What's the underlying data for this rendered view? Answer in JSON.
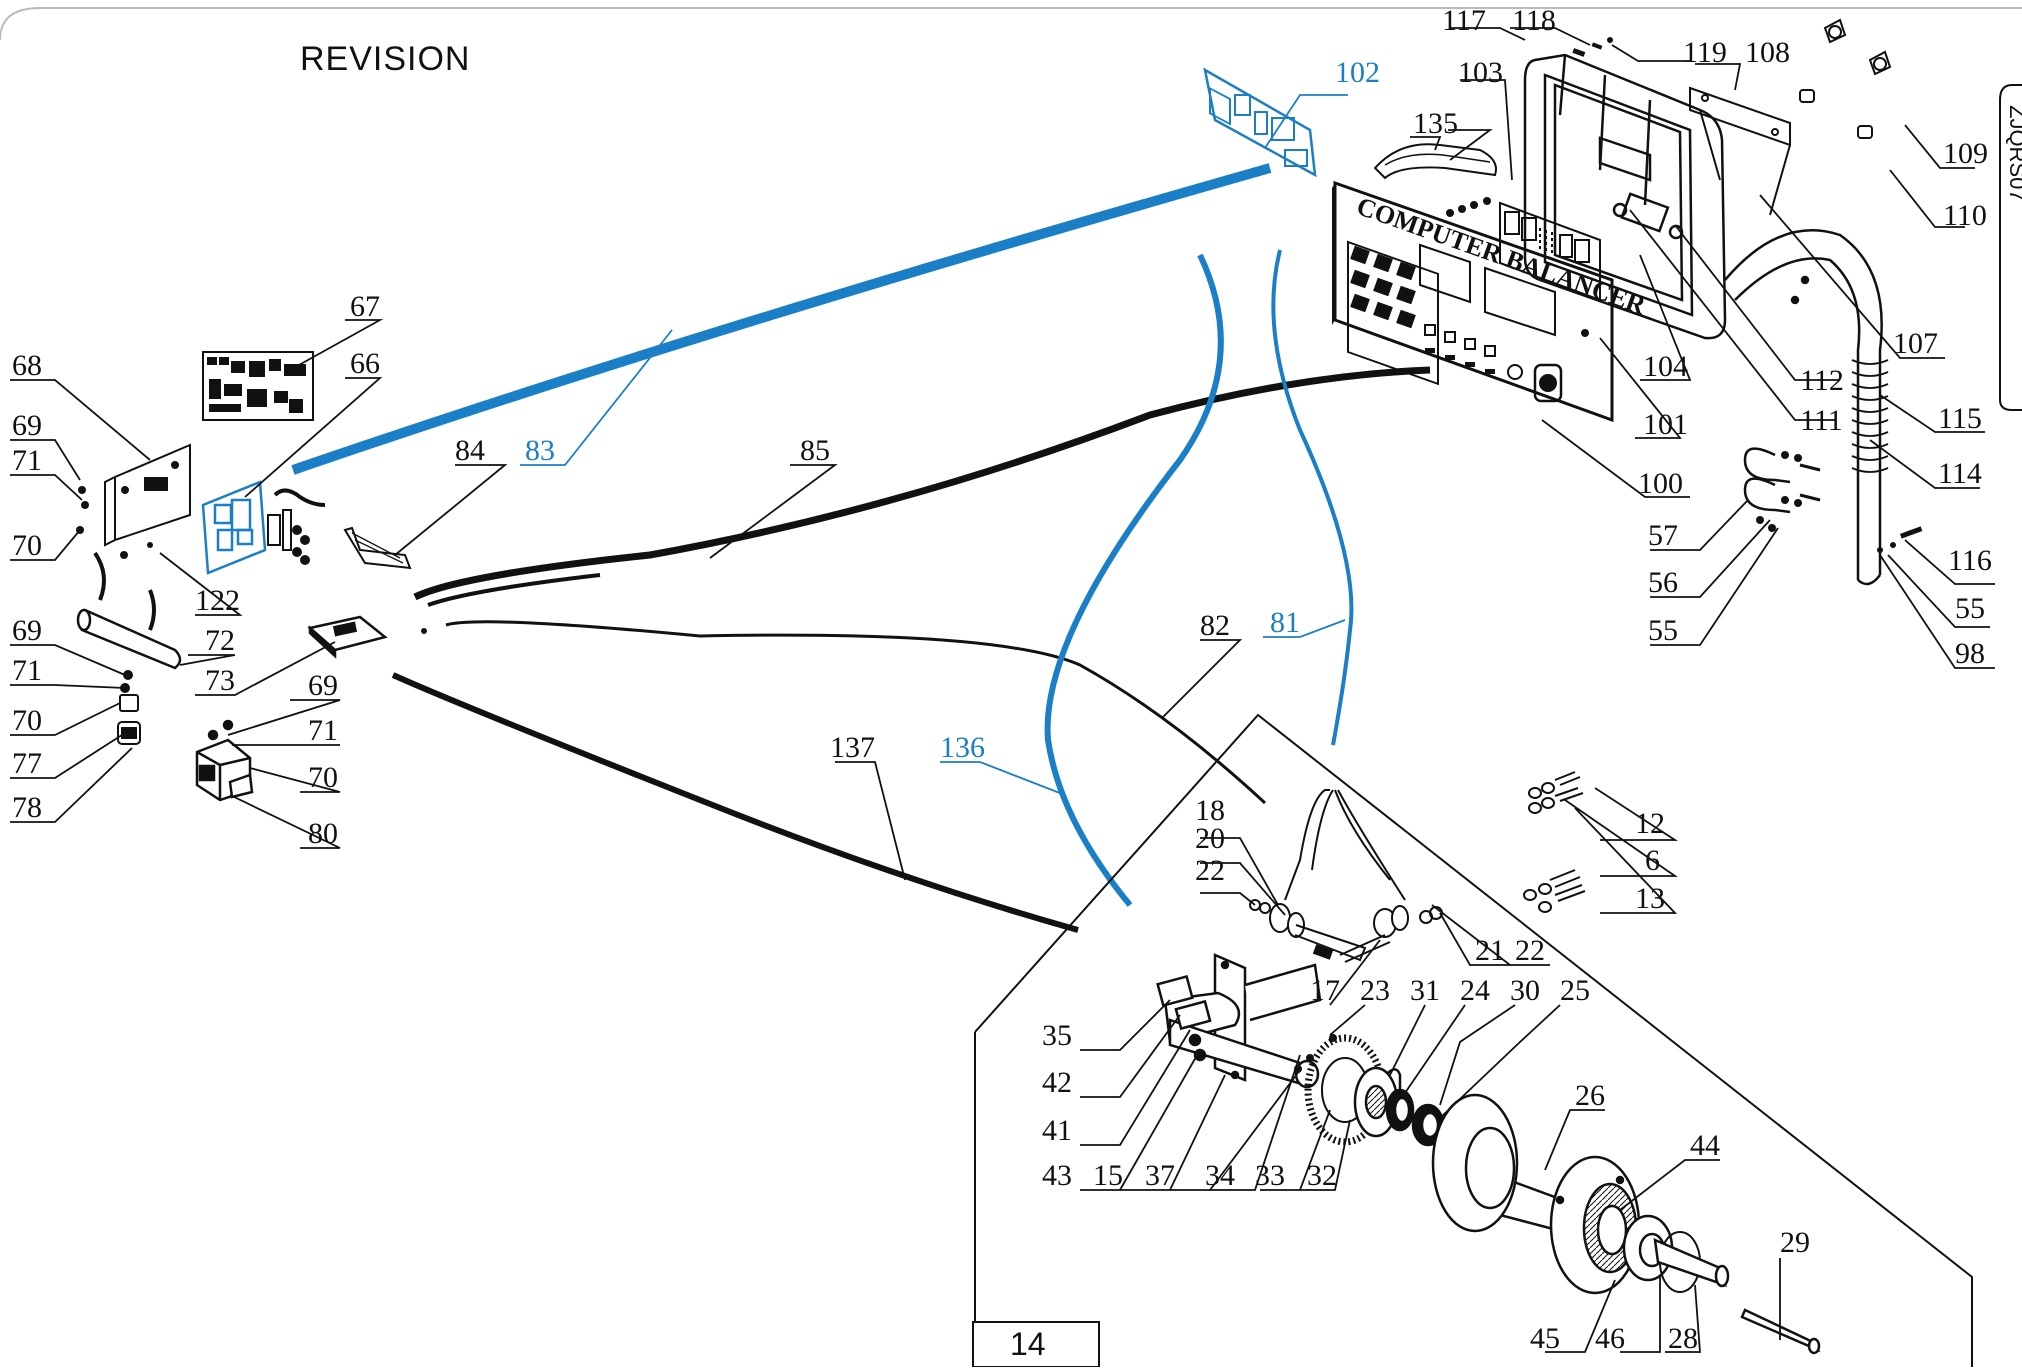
{
  "revision_label": "REVISION",
  "panel_text": "COMPUTER BALANCER",
  "sheet_number": "14",
  "edge_text": "ZJQRS07",
  "colors": {
    "ink": "#111111",
    "blue": "#1a7fc6"
  },
  "labels": [
    {
      "id": "l117",
      "text": "117"
    },
    {
      "id": "l118",
      "text": "118"
    },
    {
      "id": "l119",
      "text": "119"
    },
    {
      "id": "l108",
      "text": "108"
    },
    {
      "id": "l102",
      "text": "102",
      "blue": true
    },
    {
      "id": "l103",
      "text": "103"
    },
    {
      "id": "l135",
      "text": "135"
    },
    {
      "id": "l109",
      "text": "109"
    },
    {
      "id": "l110",
      "text": "110"
    },
    {
      "id": "l107",
      "text": "107"
    },
    {
      "id": "l104",
      "text": "104"
    },
    {
      "id": "l112",
      "text": "112"
    },
    {
      "id": "l111",
      "text": "111"
    },
    {
      "id": "l101",
      "text": "101"
    },
    {
      "id": "l115",
      "text": "115"
    },
    {
      "id": "l114",
      "text": "114"
    },
    {
      "id": "l100",
      "text": "100"
    },
    {
      "id": "l57",
      "text": "57"
    },
    {
      "id": "l56",
      "text": "56"
    },
    {
      "id": "l55a",
      "text": "55"
    },
    {
      "id": "l116",
      "text": "116"
    },
    {
      "id": "l55b",
      "text": "55"
    },
    {
      "id": "l98",
      "text": "98"
    },
    {
      "id": "l67",
      "text": "67"
    },
    {
      "id": "l68",
      "text": "68"
    },
    {
      "id": "l66",
      "text": "66"
    },
    {
      "id": "l69a",
      "text": "69"
    },
    {
      "id": "l71a",
      "text": "71"
    },
    {
      "id": "l70a",
      "text": "70"
    },
    {
      "id": "l122",
      "text": "122"
    },
    {
      "id": "l84",
      "text": "84"
    },
    {
      "id": "l83",
      "text": "83",
      "blue": true
    },
    {
      "id": "l85",
      "text": "85"
    },
    {
      "id": "l69b",
      "text": "69"
    },
    {
      "id": "l72",
      "text": "72"
    },
    {
      "id": "l71b",
      "text": "71"
    },
    {
      "id": "l73",
      "text": "73"
    },
    {
      "id": "l70b",
      "text": "70"
    },
    {
      "id": "l77",
      "text": "77"
    },
    {
      "id": "l78",
      "text": "78"
    },
    {
      "id": "l69c",
      "text": "69"
    },
    {
      "id": "l71c",
      "text": "71"
    },
    {
      "id": "l70c",
      "text": "70"
    },
    {
      "id": "l80",
      "text": "80"
    },
    {
      "id": "l82",
      "text": "82"
    },
    {
      "id": "l81",
      "text": "81",
      "blue": true
    },
    {
      "id": "l137",
      "text": "137"
    },
    {
      "id": "l136",
      "text": "136",
      "blue": true
    },
    {
      "id": "l12",
      "text": "12"
    },
    {
      "id": "l6",
      "text": "6"
    },
    {
      "id": "l13",
      "text": "13"
    },
    {
      "id": "l18",
      "text": "18"
    },
    {
      "id": "l20",
      "text": "20"
    },
    {
      "id": "l22a",
      "text": "22"
    },
    {
      "id": "l21",
      "text": "21"
    },
    {
      "id": "l22b",
      "text": "22"
    },
    {
      "id": "l17",
      "text": "17"
    },
    {
      "id": "l23",
      "text": "23"
    },
    {
      "id": "l31",
      "text": "31"
    },
    {
      "id": "l24",
      "text": "24"
    },
    {
      "id": "l30",
      "text": "30"
    },
    {
      "id": "l25",
      "text": "25"
    },
    {
      "id": "l35",
      "text": "35"
    },
    {
      "id": "l42",
      "text": "42"
    },
    {
      "id": "l41",
      "text": "41"
    },
    {
      "id": "l43",
      "text": "43"
    },
    {
      "id": "l15",
      "text": "15"
    },
    {
      "id": "l37",
      "text": "37"
    },
    {
      "id": "l34",
      "text": "34"
    },
    {
      "id": "l33",
      "text": "33"
    },
    {
      "id": "l32",
      "text": "32"
    },
    {
      "id": "l26",
      "text": "26"
    },
    {
      "id": "l44",
      "text": "44"
    },
    {
      "id": "l29",
      "text": "29"
    },
    {
      "id": "l45",
      "text": "45"
    },
    {
      "id": "l46",
      "text": "46"
    },
    {
      "id": "l28",
      "text": "28"
    }
  ]
}
